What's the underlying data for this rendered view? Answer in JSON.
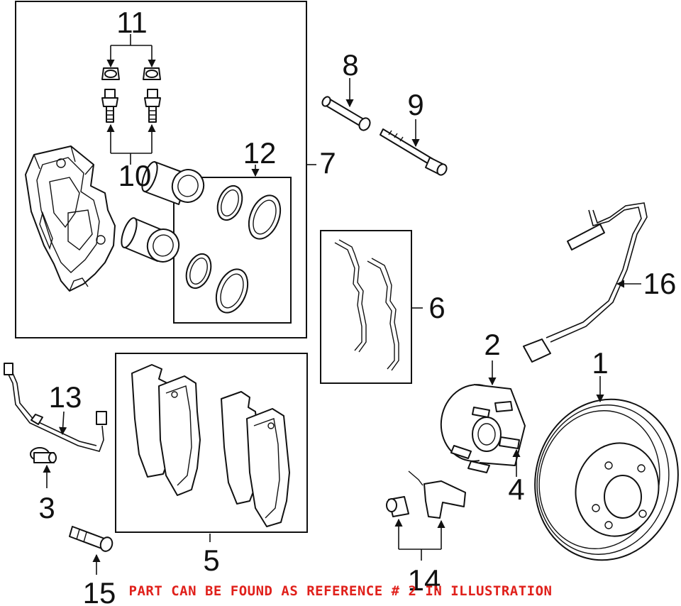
{
  "callouts": {
    "c1": "1",
    "c2": "2",
    "c3": "3",
    "c4": "4",
    "c5": "5",
    "c6": "6",
    "c7": "7",
    "c8": "8",
    "c9": "9",
    "c10": "10",
    "c11": "11",
    "c12": "12",
    "c13": "13",
    "c14": "14",
    "c15": "15",
    "c16": "16"
  },
  "notice": {
    "text": "PART CAN BE FOUND AS REFERENCE # 2 IN ILLUSTRATION",
    "color": "#e0201b"
  }
}
